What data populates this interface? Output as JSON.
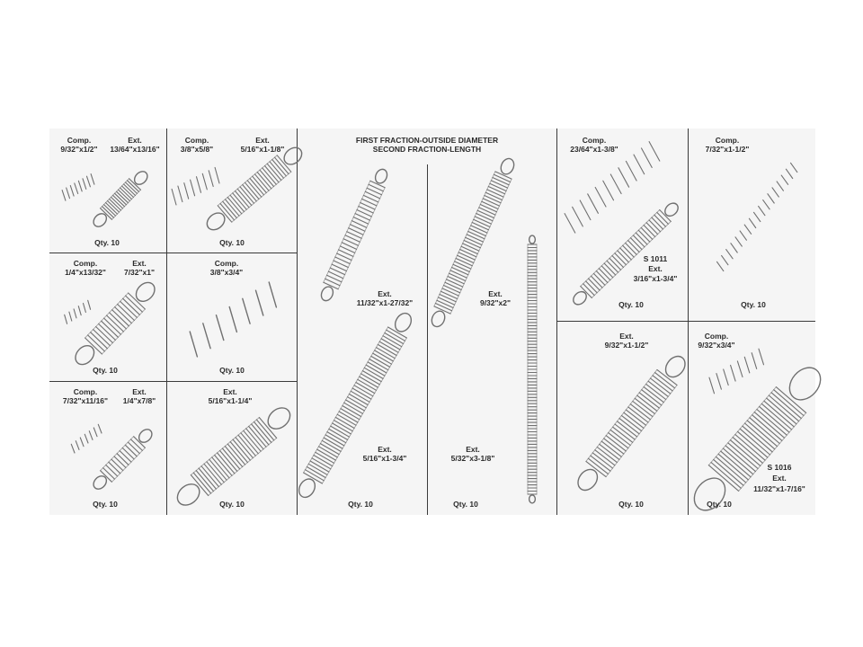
{
  "header": {
    "line1": "FIRST FRACTION-OUTSIDE DIAMETER",
    "line2": "SECOND FRACTION-LENGTH"
  },
  "panels": {
    "p1": {
      "comp": "Comp.",
      "comp_size": "9/32\"x1/2\"",
      "ext": "Ext.",
      "ext_size": "13/64\"x13/16\"",
      "qty": "Qty. 10"
    },
    "p2": {
      "comp": "Comp.",
      "comp_size": "3/8\"x5/8\"",
      "ext": "Ext.",
      "ext_size": "5/16\"x1-1/8\"",
      "qty": "Qty. 10"
    },
    "p3": {
      "comp": "Comp.",
      "comp_size": "1/4\"x13/32\"",
      "ext": "Ext.",
      "ext_size": "7/32\"x1\"",
      "qty": "Qty. 10"
    },
    "p4": {
      "comp": "Comp.",
      "comp_size": "3/8\"x3/4\"",
      "qty": "Qty. 10"
    },
    "p5": {
      "comp": "Comp.",
      "comp_size": "7/32\"x11/16\"",
      "ext": "Ext.",
      "ext_size": "1/4\"x7/8\"",
      "qty": "Qty. 10"
    },
    "p6": {
      "ext": "Ext.",
      "ext_size": "5/16\"x1-1/4\"",
      "qty": "Qty. 10"
    },
    "p7": {
      "ext_a": "Ext.",
      "ext_a_size": "11/32\"x1-27/32\"",
      "ext_b": "Ext.",
      "ext_b_size": "5/16\"x1-3/4\"",
      "qty": "Qty. 10"
    },
    "p8": {
      "ext_a": "Ext.",
      "ext_a_size": "9/32\"x2\"",
      "ext_b": "Ext.",
      "ext_b_size": "5/32\"x3-1/8\"",
      "qty": "Qty. 10"
    },
    "p9": {
      "comp": "Comp.",
      "comp_size": "23/64\"x1-3/8\"",
      "part": "S 1011",
      "ext": "Ext.",
      "ext_size": "3/16\"x1-3/4\"",
      "qty": "Qty. 10"
    },
    "p10": {
      "comp": "Comp.",
      "comp_size": "7/32\"x1-1/2\"",
      "qty": "Qty. 10"
    },
    "p11": {
      "ext": "Ext.",
      "ext_size": "9/32\"x1-1/2\"",
      "qty": "Qty. 10"
    },
    "p12": {
      "comp": "Comp.",
      "comp_size": "9/32\"x3/4\"",
      "part": "S 1016",
      "ext": "Ext.",
      "ext_size": "11/32\"x1-7/16\"",
      "qty": "Qty. 10"
    }
  },
  "colors": {
    "background": "#f5f5f5",
    "divider": "#3a3a3a",
    "text": "#2a2a2a",
    "spring": "#707070"
  }
}
